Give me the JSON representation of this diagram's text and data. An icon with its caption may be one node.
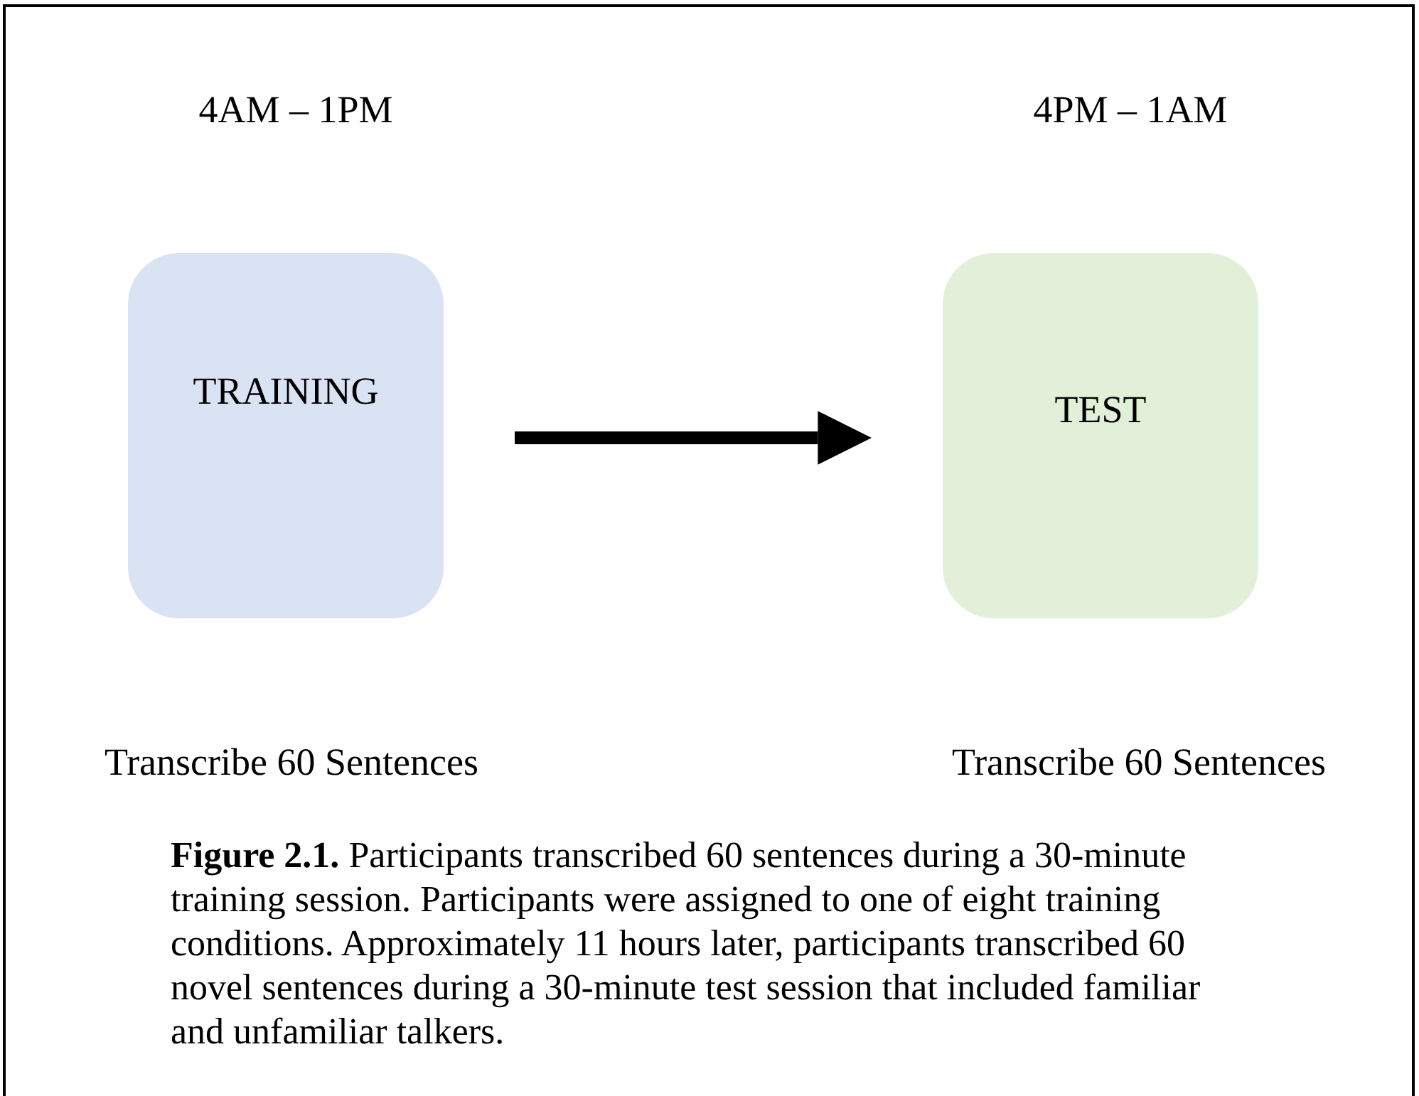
{
  "diagram": {
    "caption": "**Figure 2.1.** Participants transcribed 60 sentences during a 30-minute training session. Participants were assigned to one of eight training conditions. Approximately 11 hours later, participants transcribed 60 novel sentences during a 30-minute test session that included familiar and unfamiliar talkers.",
    "nodes": [
      {
        "text": [
          "TRAINING"
        ],
        "beside": [
          "4AM – 1PM",
          "Transcribe 60 Sentences"
        ]
      },
      {
        "text": [
          "TEST"
        ],
        "beside": [
          "4PM – 1AM",
          "Transcribe 60 Sentences"
        ]
      }
    ],
    "edges": [
      {
        "from": 0,
        "to": 1,
        "arrow": "to"
      }
    ]
  }
}
